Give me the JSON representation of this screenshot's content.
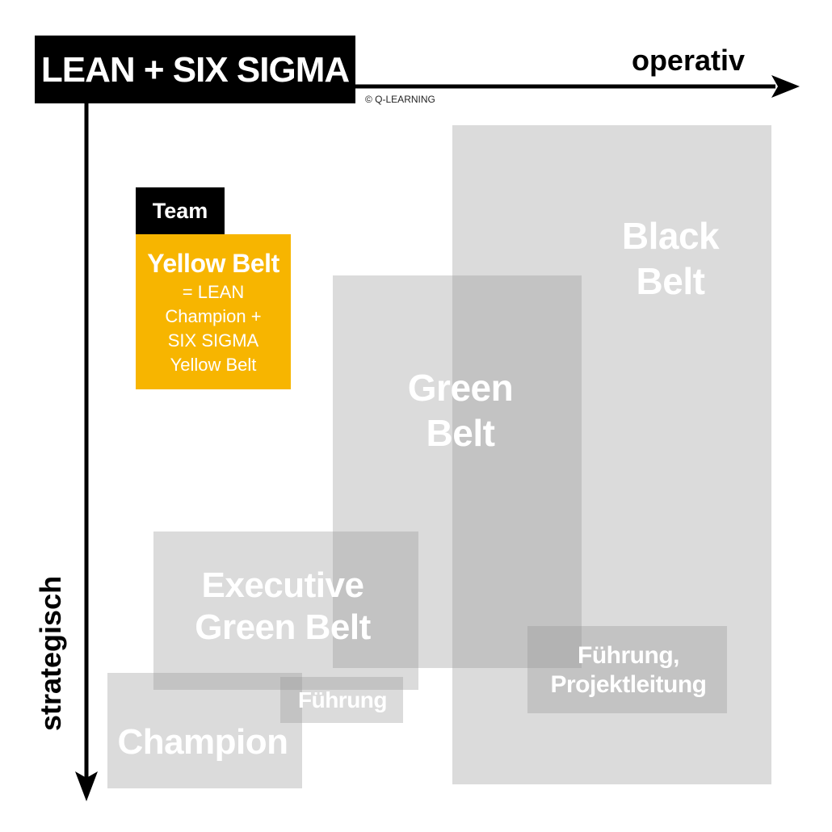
{
  "title": "LEAN + SIX SIGMA",
  "copyright": "© Q-LEARNING",
  "axes": {
    "x_label": "operativ",
    "y_label": "strategisch"
  },
  "team": {
    "tab_label": "Team",
    "box_title": "Yellow Belt",
    "box_lines": [
      "= LEAN",
      "Champion +",
      "SIX SIGMA",
      "Yellow Belt"
    ],
    "box_color": "#f7b500"
  },
  "regions": {
    "black_belt": [
      "Black",
      "Belt"
    ],
    "green_belt": [
      "Green",
      "Belt"
    ],
    "executive_green_belt": [
      "Executive",
      "Green Belt"
    ],
    "champion": "Champion",
    "fuehrung": "Führung",
    "fuehrung_projektleitung": [
      "Führung,",
      "Projektleitung"
    ]
  },
  "colors": {
    "region_fill": "#969696",
    "text_on_region": "#ffffff",
    "axis": "#000000"
  }
}
